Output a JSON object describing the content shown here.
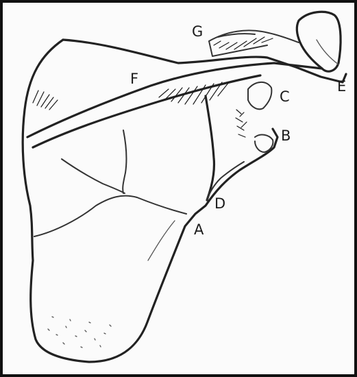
{
  "figure": {
    "labels": {
      "A": "A",
      "B": "B",
      "C": "C",
      "D": "D",
      "E": "E",
      "F": "F",
      "G": "G"
    }
  }
}
